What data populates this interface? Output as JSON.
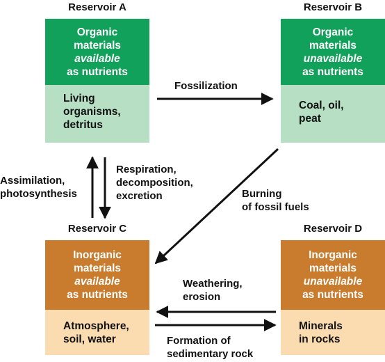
{
  "reservoirs": {
    "a": {
      "title": "Reservoir A",
      "line1": "Organic",
      "line2": "materials",
      "line3": "available",
      "line4": "as nutrients",
      "bottom1": "Living",
      "bottom2": "organisms,",
      "bottom3": "detritus"
    },
    "b": {
      "title": "Reservoir B",
      "line1": "Organic",
      "line2": "materials",
      "line3": "unavailable",
      "line4": "as nutrients",
      "bottom1": "Coal, oil,",
      "bottom2": "peat"
    },
    "c": {
      "title": "Reservoir C",
      "line1": "Inorganic",
      "line2": "materials",
      "line3": "available",
      "line4": "as nutrients",
      "bottom1": "Atmosphere,",
      "bottom2": "soil, water"
    },
    "d": {
      "title": "Reservoir D",
      "line1": "Inorganic",
      "line2": "materials",
      "line3": "unavailable",
      "line4": "as nutrients",
      "bottom1": "Minerals",
      "bottom2": "in rocks"
    }
  },
  "processes": {
    "fossilization": "Fossilization",
    "assimilation1": "Assimilation,",
    "assimilation2": "photosynthesis",
    "respiration1": "Respiration,",
    "respiration2": "decomposition,",
    "respiration3": "excretion",
    "burning1": "Burning",
    "burning2": "of fossil fuels",
    "weathering1": "Weathering,",
    "weathering2": "erosion",
    "formation1": "Formation of",
    "formation2": "sedimentary rock"
  },
  "colors": {
    "organic_top": "#12a15a",
    "organic_bottom": "#b6dfc4",
    "inorganic_top": "#c97b2e",
    "inorganic_bottom": "#fbdcb0",
    "arrow": "#111111"
  }
}
